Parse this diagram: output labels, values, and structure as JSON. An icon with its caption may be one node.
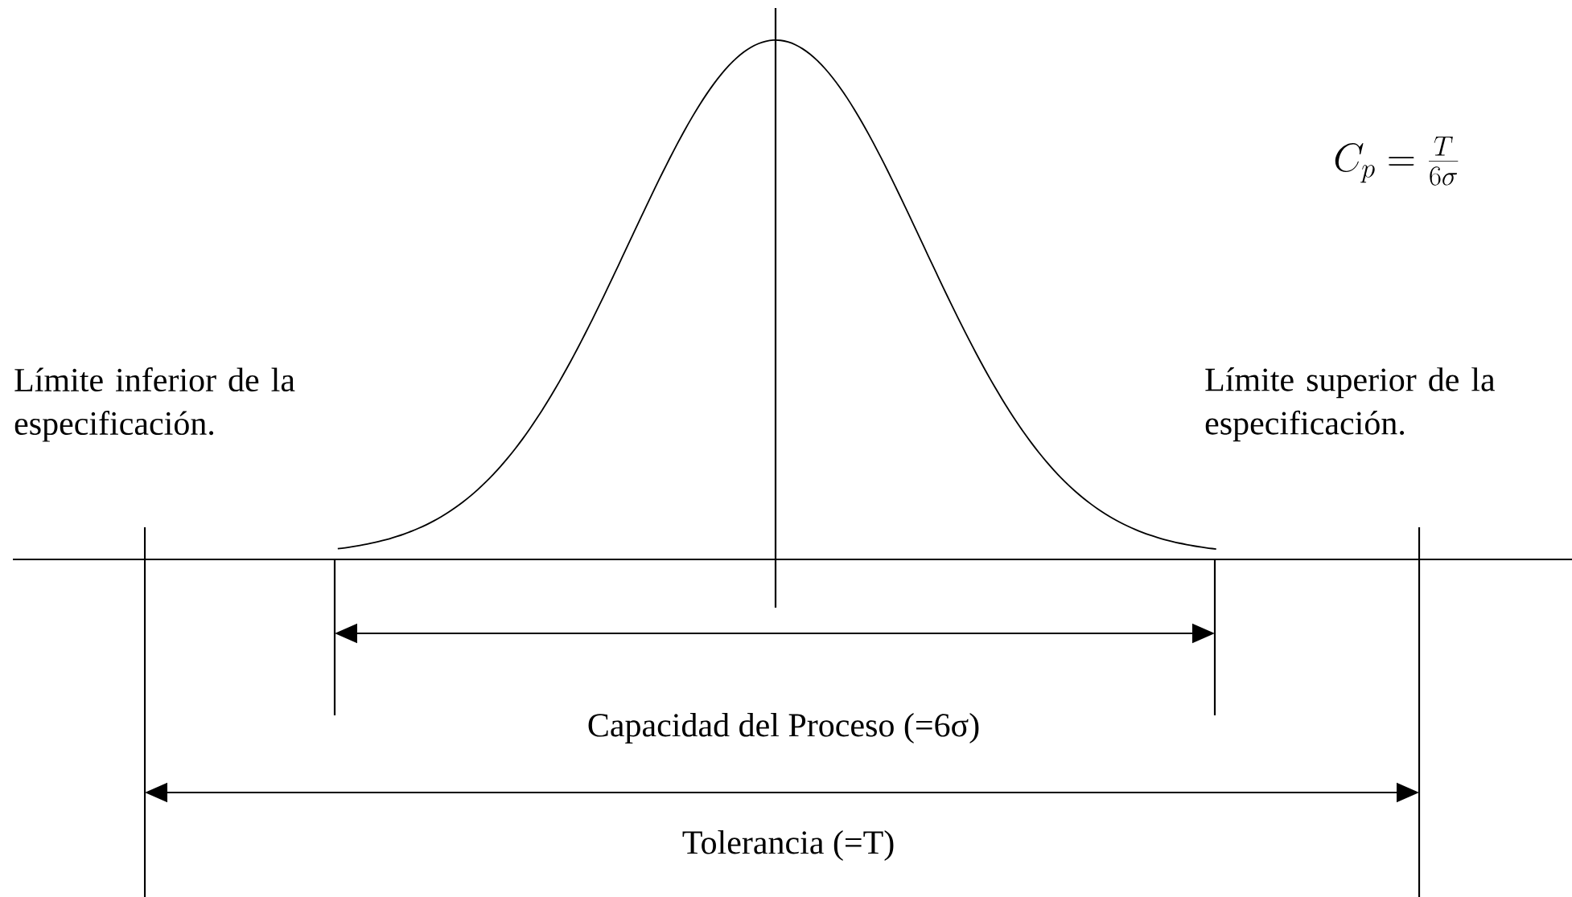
{
  "diagram": {
    "labels": [
      "C_p = \\frac{T}{6\\sigma}",
      "Límite inferior de la especificación.",
      "Límite superior de la especificación.",
      "Capacidad del Proceso (=6σ)",
      "Tolerancia (=T)"
    ]
  }
}
